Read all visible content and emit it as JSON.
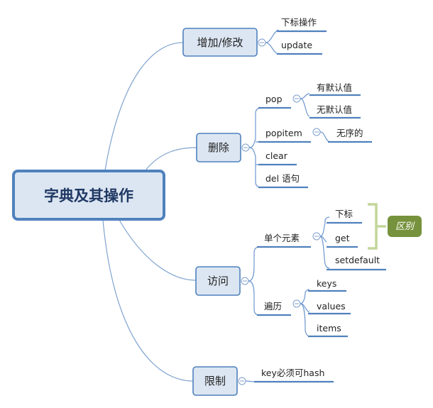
{
  "root": {
    "label": "字典及其操作"
  },
  "topics": {
    "modify": {
      "label": "增加/修改",
      "items": [
        "下标操作",
        "update"
      ]
    },
    "delete": {
      "label": "删除",
      "pop": {
        "label": "pop",
        "children": [
          "有默认值",
          "无默认值"
        ]
      },
      "popitem": {
        "label": "popitem",
        "children": [
          "无序的"
        ]
      },
      "clear": {
        "label": "clear"
      },
      "del": {
        "label": "del 语句"
      }
    },
    "access": {
      "label": "访问",
      "single": {
        "label": "单个元素",
        "children": [
          "下标",
          "get",
          "setdefault"
        ]
      },
      "traverse": {
        "label": "遍历",
        "children": [
          "keys",
          "values",
          "items"
        ]
      },
      "boundary": {
        "label": "区别"
      }
    },
    "limit": {
      "label": "限制",
      "items": [
        "key必须可hash"
      ]
    }
  },
  "colors": {
    "node_fill": "#dce6f2",
    "node_border": "#4f81bd",
    "connector": "#7fa3cf",
    "boundary_bracket": "#c3d69b",
    "boundary_tag": "#76923c"
  }
}
